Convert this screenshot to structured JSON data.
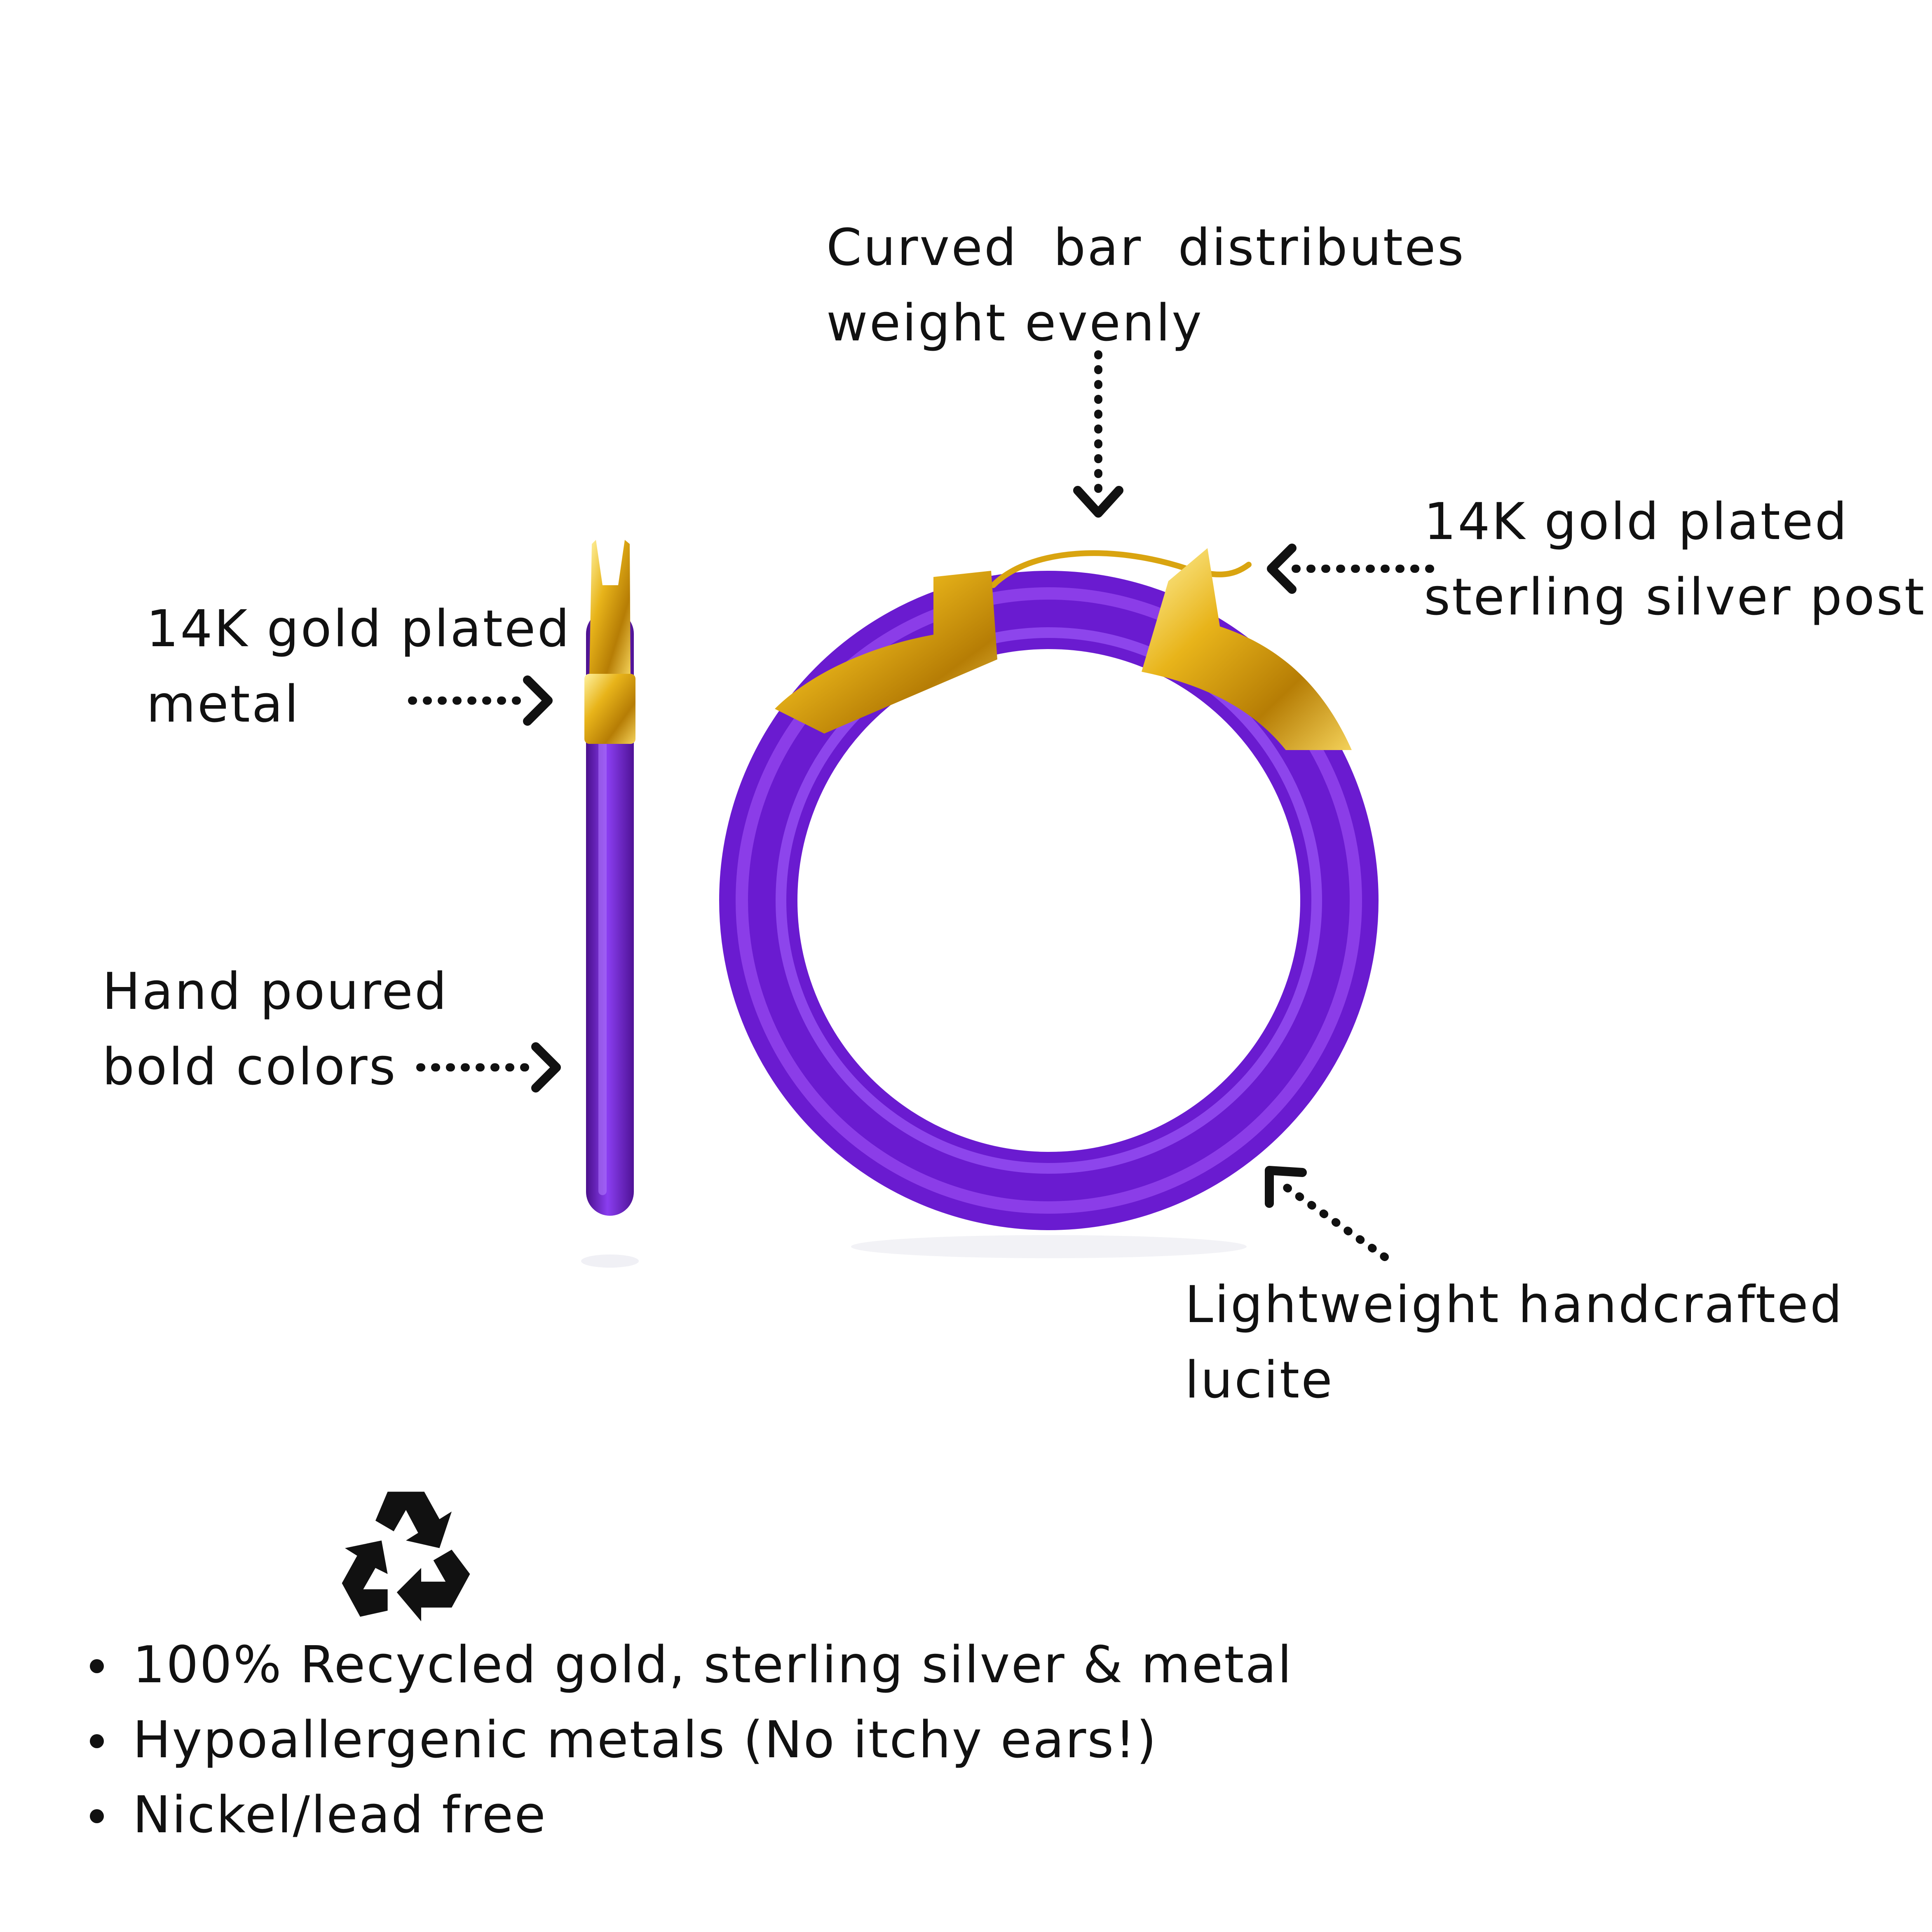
{
  "annotations": {
    "curved_bar": {
      "line1": "Curved  bar  distributes",
      "line2": "weight evenly"
    },
    "post": {
      "line1": "14K gold plated",
      "line2": "sterling silver post"
    },
    "metal": {
      "line1": "14K gold plated",
      "line2": "metal"
    },
    "colors": {
      "line1": "Hand poured",
      "line2": "bold colors"
    },
    "lucite": {
      "line1": "Lightweight handcrafted",
      "line2": "lucite"
    }
  },
  "features": [
    "100% Recycled gold, sterling silver & metal",
    "Hypoallergenic metals (No itchy ears!)",
    "Nickel/lead free"
  ],
  "icons": {
    "badge": "recycle-icon"
  },
  "colors": {
    "hoop": "#7a22d9",
    "hoop_light": "#9a4cf2",
    "gold": "#e0a810",
    "text": "#111111"
  }
}
